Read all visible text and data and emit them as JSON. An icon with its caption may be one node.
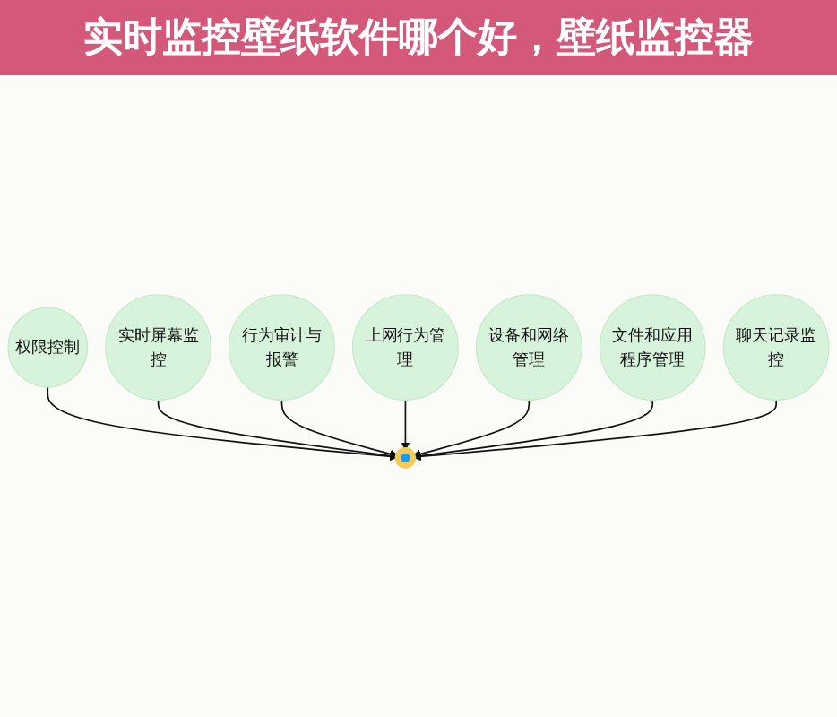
{
  "diagram": {
    "title": "实时监控壁纸软件哪个好，壁纸监控器",
    "nodes": [
      {
        "text": [
          "权限控制"
        ]
      },
      {
        "text": [
          "实时屏幕监控"
        ]
      },
      {
        "text": [
          "行为审计与报警"
        ]
      },
      {
        "text": [],
        "shape": "circle"
      },
      {
        "text": [
          "上网行为管理"
        ]
      },
      {
        "text": [
          "设备和网络管理"
        ]
      },
      {
        "text": [
          "文件和应用程序管理"
        ]
      },
      {
        "text": [
          "聊天记录监控"
        ]
      }
    ],
    "edges": [
      {
        "from": 0,
        "to": 3,
        "arrow": "to"
      },
      {
        "from": 1,
        "to": 3,
        "arrow": "to"
      },
      {
        "from": 2,
        "to": 3,
        "arrow": "to"
      },
      {
        "from": 4,
        "to": 3,
        "arrow": "to"
      },
      {
        "from": 5,
        "to": 3,
        "arrow": "to"
      },
      {
        "from": 6,
        "to": 3,
        "arrow": "to"
      },
      {
        "from": 7,
        "to": 3,
        "arrow": "to"
      }
    ]
  }
}
